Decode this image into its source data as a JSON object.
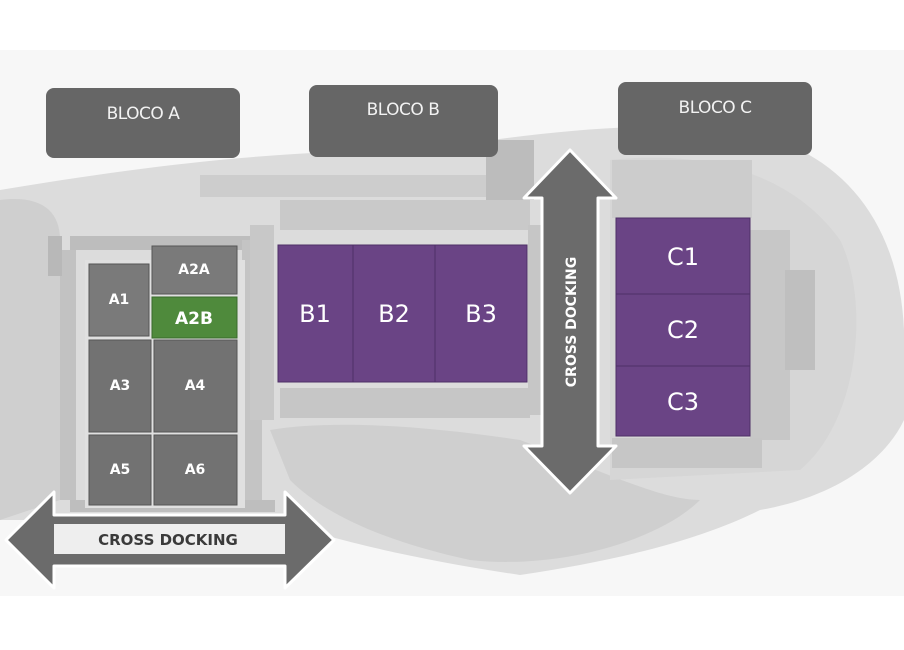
{
  "blocks": {
    "a": {
      "label": "BLOCO A"
    },
    "b": {
      "label": "BLOCO B"
    },
    "c": {
      "label": "BLOCO C"
    }
  },
  "units": {
    "a1": "A1",
    "a2a": "A2A",
    "a2b": "A2B",
    "a3": "A3",
    "a4": "A4",
    "a5": "A5",
    "a6": "A6",
    "b1": "B1",
    "b2": "B2",
    "b3": "B3",
    "c1": "C1",
    "c2": "C2",
    "c3": "C3"
  },
  "cross_docking": {
    "horizontal": "CROSS DOCKING",
    "vertical": "CROSS DOCKING"
  },
  "colors": {
    "gray_unit": "#6f6f6f",
    "highlight_unit": "#4f8a3c",
    "purple_unit": "#6a4485",
    "label_box": "#666666",
    "arrow": "#6b6b6b"
  }
}
